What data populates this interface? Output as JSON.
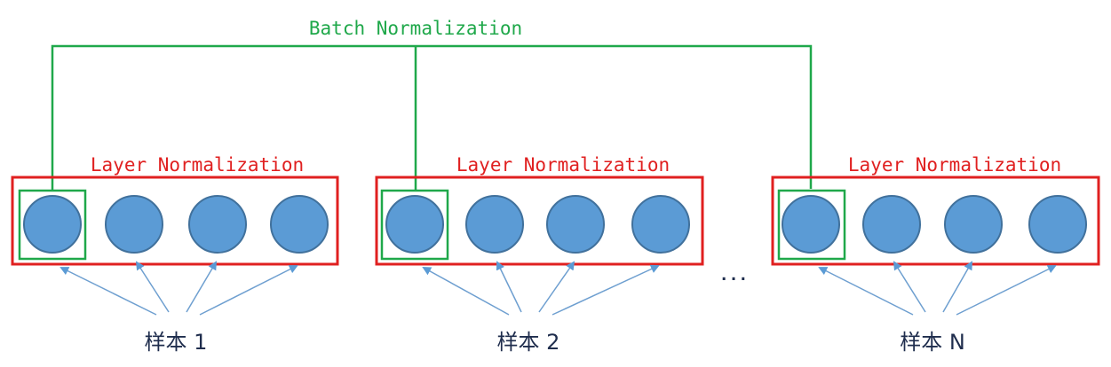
{
  "batch_label": "Batch Normalization",
  "layer_label": "Layer Normalization",
  "ellipsis": "...",
  "samples": [
    {
      "label": "样本 1"
    },
    {
      "label": "样本 2"
    },
    {
      "label": "样本 N"
    }
  ],
  "colors": {
    "batch": "#1fa84a",
    "layer": "#e02020",
    "neuron_fill": "#5b9bd5",
    "neuron_stroke": "#41719c",
    "arrow": "#6e9fd0",
    "sample_text": "#1f2d4d"
  }
}
